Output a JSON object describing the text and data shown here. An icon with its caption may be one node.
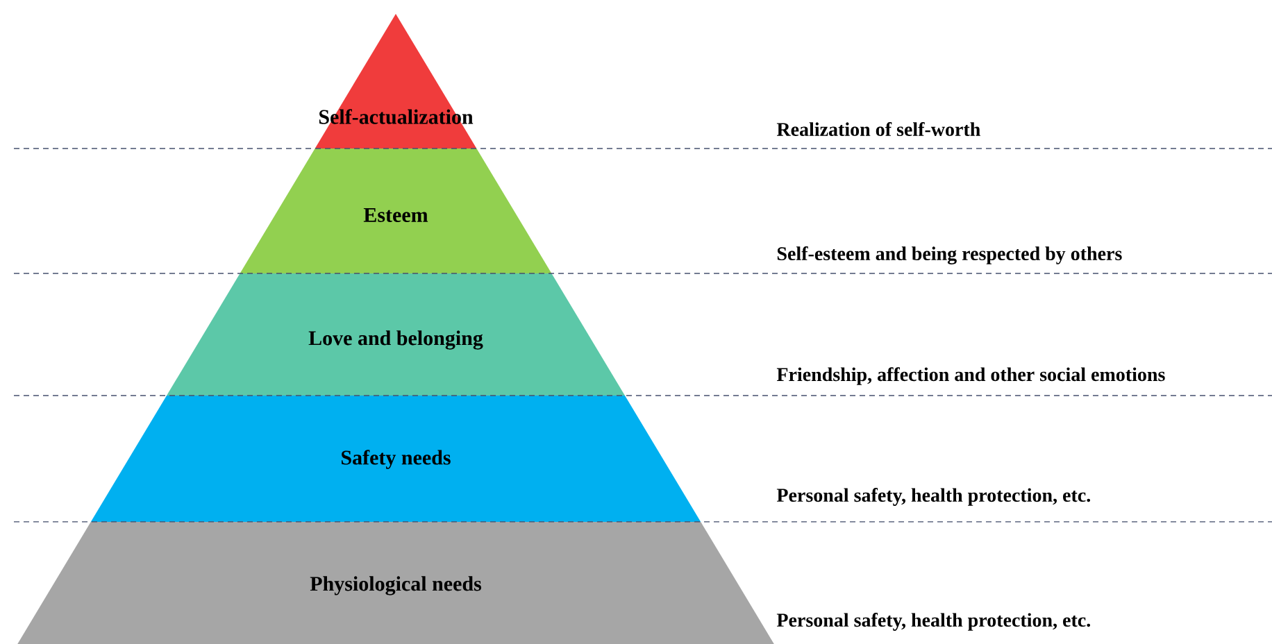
{
  "diagram": {
    "nodes": [
      {
        "text": [
          "Self-actualization"
        ]
      },
      {
        "text": [
          "Esteem"
        ]
      },
      {
        "text": [
          "Love and belonging"
        ]
      },
      {
        "text": [
          "Safety needs"
        ]
      },
      {
        "text": [
          "Physiological needs"
        ]
      }
    ],
    "labels": [
      "Realization of self-worth",
      "Self-esteem and being respected by others",
      "Friendship, affection and other social emotions",
      "Personal safety, health protection, etc.",
      "Personal safety, health protection, etc."
    ]
  }
}
